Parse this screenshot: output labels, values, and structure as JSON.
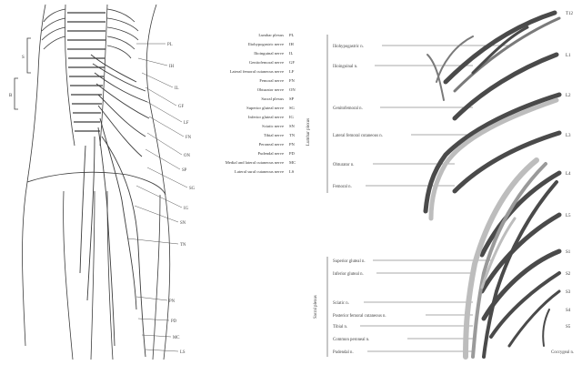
{
  "figure": {
    "legend": {
      "entries": [
        {
          "name": "Lumbar plexus",
          "code": "PL"
        },
        {
          "name": "Iliohypogastric nerve",
          "code": "IH"
        },
        {
          "name": "Ilioinguinal nerve",
          "code": "IL"
        },
        {
          "name": "Genitofemoral nerve",
          "code": "GF"
        },
        {
          "name": "Lateral femoral cutaneous nerve",
          "code": "LF"
        },
        {
          "name": "Femoral nerve",
          "code": "FN"
        },
        {
          "name": "Obturator nerve",
          "code": "ON"
        },
        {
          "name": "Sacral plexus",
          "code": "SP"
        },
        {
          "name": "Superior gluteal nerve",
          "code": "SG"
        },
        {
          "name": "Inferior gluteal nerve",
          "code": "IG"
        },
        {
          "name": "Sciatic nerve",
          "code": "SN"
        },
        {
          "name": "Tibial nerve",
          "code": "TN"
        },
        {
          "name": "Peroneal nerve",
          "code": "PN"
        },
        {
          "name": "Pudendal nerve",
          "code": "PD"
        },
        {
          "name": "Medial and lateral cutaneous nerve",
          "code": "MC"
        },
        {
          "name": "Lateral sural cutaneous nerve",
          "code": "LS"
        }
      ],
      "group_label": "Lumbar plexus"
    },
    "left_panel": {
      "side_marks": [
        "S",
        "B"
      ],
      "callouts": [
        "PL",
        "IH",
        "IL",
        "GF",
        "LF",
        "FN",
        "ON",
        "SP",
        "SG",
        "IG",
        "SN",
        "TN",
        "PN",
        "PD",
        "MC",
        "LS"
      ]
    },
    "right_panel": {
      "lumbar_labels": [
        "Iliohypogastric n.",
        "Ilioinguinal n.",
        "Genitofemoral n.",
        "Lateral femoral cutaneous n.",
        "Obturator n.",
        "Femoral n."
      ],
      "sacral_labels": [
        "Superior gluteal n.",
        "Inferior gluteal n.",
        "Sciatic n.",
        "Posterior femoral cutaneous n.",
        "Tibial n.",
        "Common peroneal n.",
        "Pudendal n."
      ],
      "sacral_group_label": "Sacral plexus",
      "segments": [
        "T12",
        "L1",
        "L2",
        "L3",
        "L4",
        "L5",
        "S1",
        "S2",
        "S3",
        "S4",
        "S5"
      ],
      "coccygeal_label": "Coccygeal n."
    },
    "colors": {
      "ink": "#3c3c3c",
      "nerve_dark": "#4a4a4a",
      "nerve_mid": "#7a7a7a",
      "nerve_light": "#bdbdbd"
    }
  }
}
